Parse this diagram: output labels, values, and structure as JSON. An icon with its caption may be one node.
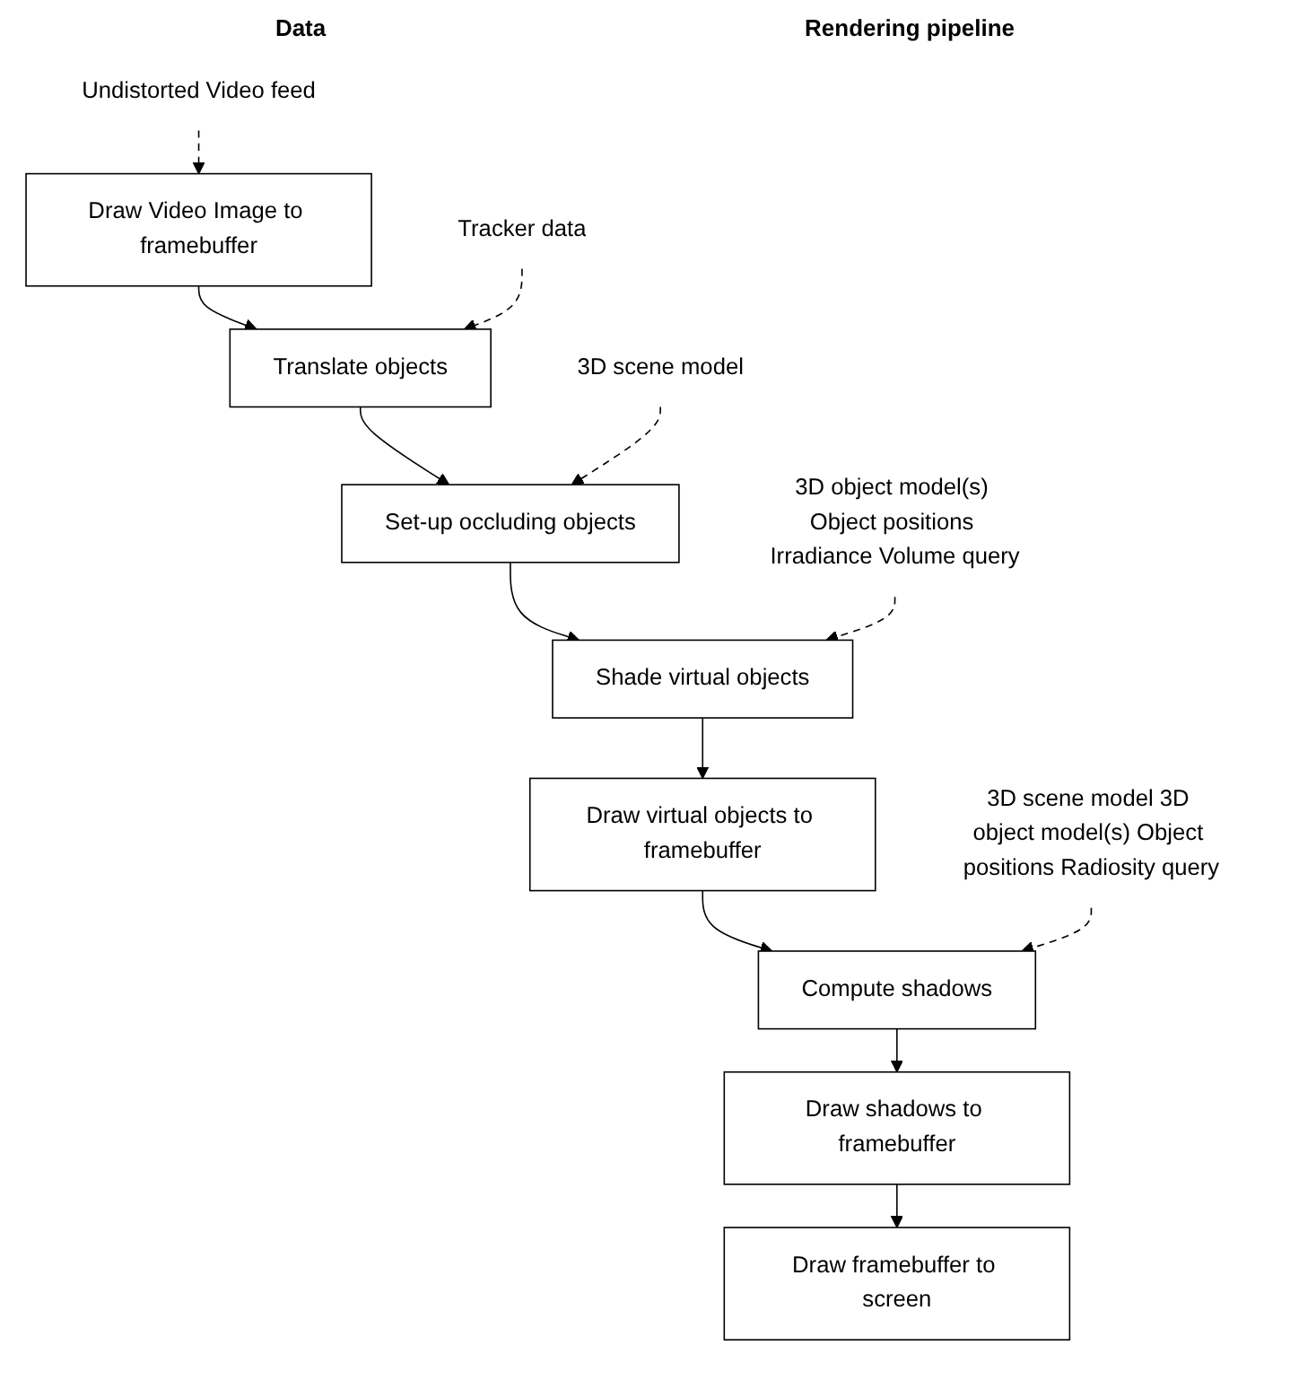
{
  "diagram": {
    "nodes": [
      {
        "text": [
          "Undistorted Video feed"
        ]
      },
      {
        "text": [
          "Draw Video Image to framebuffer"
        ]
      },
      {
        "text": [
          "Tracker data"
        ]
      },
      {
        "text": [
          "Translate objects"
        ]
      },
      {
        "text": [
          "3D scene model"
        ]
      },
      {
        "text": [
          "Set-up occluding objects"
        ]
      },
      {
        "text": [
          "3D object model(s) Object positions Irradiance Volume query"
        ]
      },
      {
        "text": [
          "Shade virtual objects"
        ]
      },
      {
        "text": [
          "Draw virtual objects to framebuffer"
        ]
      },
      {
        "text": [
          "3D scene model 3D object model(s) Object positions Radiosity query"
        ]
      },
      {
        "text": [
          "Compute shadows"
        ]
      },
      {
        "text": [
          "Draw shadows to framebuffer"
        ]
      },
      {
        "text": [
          "Draw framebuffer to screen"
        ]
      }
    ],
    "edges": [
      {
        "from": 0,
        "to": 1,
        "arrow": "to",
        "style": "dashed"
      },
      {
        "from": 1,
        "to": 3,
        "arrow": "to"
      },
      {
        "from": 2,
        "to": 3,
        "arrow": "to",
        "style": "dashed"
      },
      {
        "from": 3,
        "to": 5,
        "arrow": "to"
      },
      {
        "from": 4,
        "to": 5,
        "arrow": "to",
        "style": "dashed"
      },
      {
        "from": 5,
        "to": 7,
        "arrow": "to"
      },
      {
        "from": 6,
        "to": 7,
        "arrow": "to",
        "style": "dashed"
      },
      {
        "from": 7,
        "to": 8,
        "arrow": "to"
      },
      {
        "from": 8,
        "to": 10,
        "arrow": "to"
      },
      {
        "from": 9,
        "to": 10,
        "arrow": "to",
        "style": "dashed"
      },
      {
        "from": 10,
        "to": 11,
        "arrow": "to"
      },
      {
        "from": 11,
        "to": 12,
        "arrow": "to"
      }
    ],
    "labels": [
      "Data",
      "Rendering pipeline"
    ]
  }
}
